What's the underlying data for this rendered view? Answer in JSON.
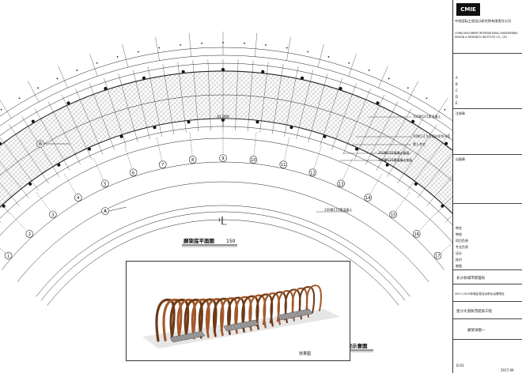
{
  "plan_title": "廊架底平面图",
  "plan_scale": "150",
  "render_caption": "效果图",
  "render_title": "廊架示意图",
  "section_mark": "1",
  "axis_a": "A",
  "axis_b": "B",
  "grid_numbers": [
    "1",
    "2",
    "3",
    "4",
    "5",
    "6",
    "7",
    "8",
    "9",
    "10",
    "11",
    "12",
    "13",
    "14",
    "15",
    "16",
    "17"
  ],
  "center_elevation": "41.000",
  "callouts": [
    "100厚C15素混凝土",
    "20厚1:2.5水泥砂浆找平层",
    "150厚C25混凝土基层",
    "100厚C15素混凝土垫层",
    "素土夯实",
    "100厚C15素混凝土"
  ],
  "titleblock": {
    "logo": "CMIE",
    "company_cn": "中机国际工程设计研究院有限责任公司",
    "company_en_1": "CHINA MACHINERY INTERNATIONAL ENGINEERING",
    "company_en_2": "DESIGN & RESEARCH INSTITUTE CO., LTD.",
    "row_letters": [
      "A",
      "B",
      "C",
      "D",
      "E"
    ],
    "stamp_1": "注册章",
    "stamp_2": "出图章",
    "roles": [
      "审定",
      "审核",
      "项目负责",
      "专业负责",
      "设计",
      "校对",
      "制图"
    ],
    "client": "长沙县城市管理局",
    "project": "2017-2019年城区易涝点积水治理项目",
    "subproject": "星沙大道防涝提质工程",
    "drawing_name": "廊架详图一",
    "footer_date": "2017.09",
    "footer_code": "D-01"
  },
  "colors": {
    "line": "#222222",
    "wood": "#a2582a",
    "wood_dark": "#6e3a18",
    "stone": "#9a9a9a"
  }
}
